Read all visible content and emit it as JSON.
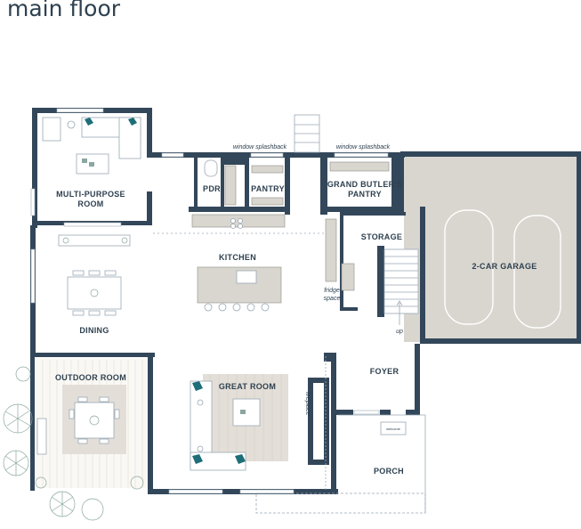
{
  "title": "main floor",
  "rooms": {
    "multi_purpose_1": "MULTI-PURPOSE",
    "multi_purpose_2": "ROOM",
    "pdr": "PDR",
    "pantry": "PANTRY",
    "grand_butler_1": "GRAND BUTLER'S",
    "grand_butler_2": "PANTRY",
    "storage": "STORAGE",
    "garage": "2-CAR GARAGE",
    "kitchen": "KITCHEN",
    "dining": "DINING",
    "outdoor_room": "OUTDOOR ROOM",
    "great_room": "GREAT ROOM",
    "foyer": "FOYER",
    "porch": "PORCH"
  },
  "notes": {
    "window_splashback_1": "window splashback",
    "window_splashback_2": "window splashback",
    "fridge_1": "fridge",
    "fridge_2": "space",
    "fireplace": "fireplace",
    "up": "up",
    "welcome": "welcome"
  },
  "colors": {
    "wall": "#33475a",
    "garage_floor": "#d9d6d0",
    "accent_teal": "#1d6e78",
    "rug": "#e3dfd8"
  }
}
